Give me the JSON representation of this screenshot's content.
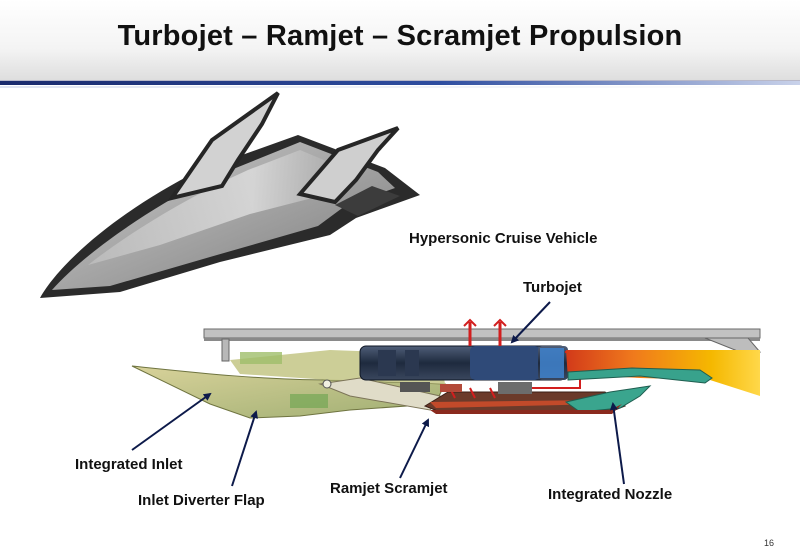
{
  "slide": {
    "title": "Turbojet – Ramjet – Scramjet Propulsion",
    "page_number": "16"
  },
  "labels": {
    "vehicle": "Hypersonic Cruise Vehicle",
    "turbojet": "Turbojet",
    "integrated_inlet": "Integrated Inlet",
    "inlet_diverter_flap": "Inlet Diverter Flap",
    "ramjet_scramjet": "Ramjet Scramjet",
    "integrated_nozzle": "Integrated Nozzle"
  },
  "colors": {
    "title_accent": "#1a2a6c",
    "exhaust_hot": "#f5b800",
    "exhaust_red": "#d23a1a",
    "turbojet_blue": "#3f7fc8"
  }
}
